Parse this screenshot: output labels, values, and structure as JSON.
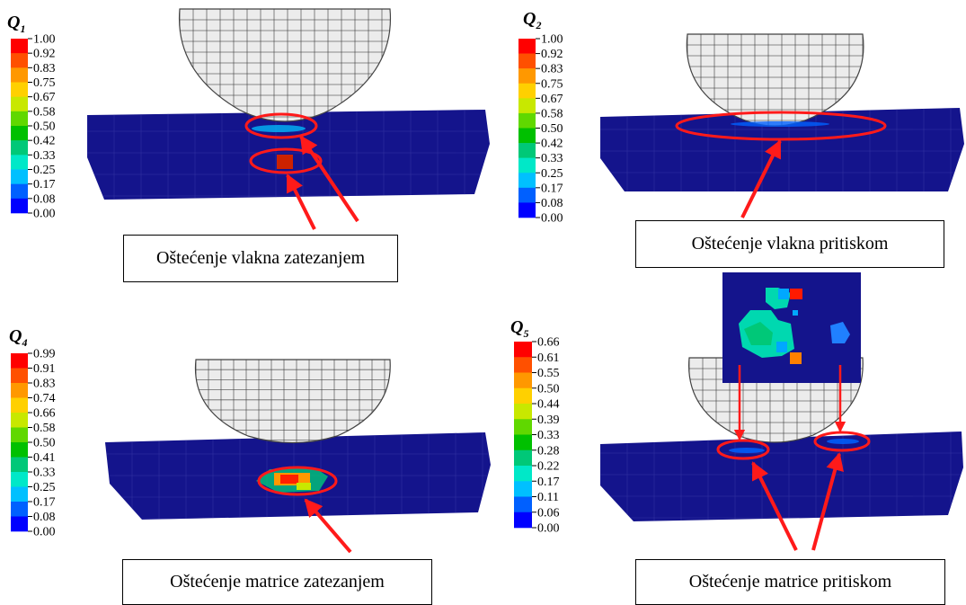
{
  "palette": {
    "contour_colors": [
      "#0000ff",
      "#0060ff",
      "#00c0ff",
      "#00e8c8",
      "#00c878",
      "#00c000",
      "#60d800",
      "#c8e800",
      "#ffd000",
      "#ff9800",
      "#ff5000",
      "#ff0000"
    ],
    "plate_color": "#14148c",
    "indenter_color": "#ececec",
    "mesh_line_color": "#3a3a3a",
    "annotation_color": "#ff1a1a"
  },
  "panels": [
    {
      "legend_title": "Q",
      "legend_subscript": "1",
      "legend_values": [
        "1.00",
        "0.92",
        "0.83",
        "0.75",
        "0.67",
        "0.58",
        "0.50",
        "0.42",
        "0.33",
        "0.25",
        "0.17",
        "0.08",
        "0.00"
      ],
      "caption": "Oštećenje vlakna zatezanjem"
    },
    {
      "legend_title": "Q",
      "legend_subscript": "2",
      "legend_values": [
        "1.00",
        "0.92",
        "0.83",
        "0.75",
        "0.67",
        "0.58",
        "0.50",
        "0.42",
        "0.33",
        "0.25",
        "0.17",
        "0.08",
        "0.00"
      ],
      "caption": "Oštećenje vlakna pritiskom"
    },
    {
      "legend_title": "Q",
      "legend_subscript": "4",
      "legend_values": [
        "0.99",
        "0.91",
        "0.83",
        "0.74",
        "0.66",
        "0.58",
        "0.50",
        "0.41",
        "0.33",
        "0.25",
        "0.17",
        "0.08",
        "0.00"
      ],
      "caption": "Oštećenje matrice zatezanjem"
    },
    {
      "legend_title": "Q",
      "legend_subscript": "5",
      "legend_values": [
        "0.66",
        "0.61",
        "0.55",
        "0.50",
        "0.44",
        "0.39",
        "0.33",
        "0.28",
        "0.22",
        "0.17",
        "0.11",
        "0.06",
        "0.00"
      ],
      "caption": "Oštećenje matrice pritiskom"
    }
  ]
}
